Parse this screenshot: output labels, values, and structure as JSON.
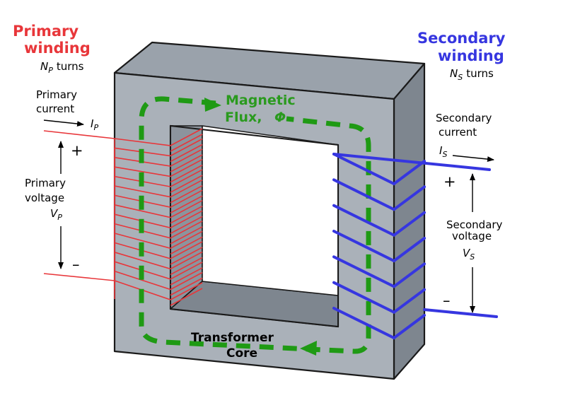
{
  "primary": {
    "title_line1": "Primary",
    "title_line2": "winding",
    "turns_var": "N",
    "turns_sub": "P",
    "turns_word": "turns",
    "current_line1": "Primary",
    "current_line2": "current",
    "current_var": "I",
    "current_sub": "P",
    "voltage_line1": "Primary",
    "voltage_line2": "voltage",
    "voltage_var": "V",
    "voltage_sub": "P",
    "plus": "+",
    "minus": "–"
  },
  "secondary": {
    "title_line1": "Secondary",
    "title_line2": "winding",
    "turns_var": "N",
    "turns_sub": "S",
    "turns_word": "turns",
    "current_line1": "Secondary",
    "current_line2": "current",
    "current_var": "I",
    "current_sub": "S",
    "voltage_line1": "Secondary",
    "voltage_line2": "voltage",
    "voltage_var": "V",
    "voltage_sub": "S",
    "plus": "+",
    "minus": "–"
  },
  "flux": {
    "line1": "Magnetic",
    "line2": "Flux,",
    "symbol": "Φ"
  },
  "core": {
    "line1": "Transformer",
    "line2": "Core"
  },
  "colors": {
    "primary": "#e8363a",
    "secondary": "#3636e0",
    "flux": "#1f9a14",
    "core_front": "#aab1b9",
    "core_top": "#9aa2ab",
    "core_side": "#7e868f",
    "core_inner": "#8c949d"
  }
}
